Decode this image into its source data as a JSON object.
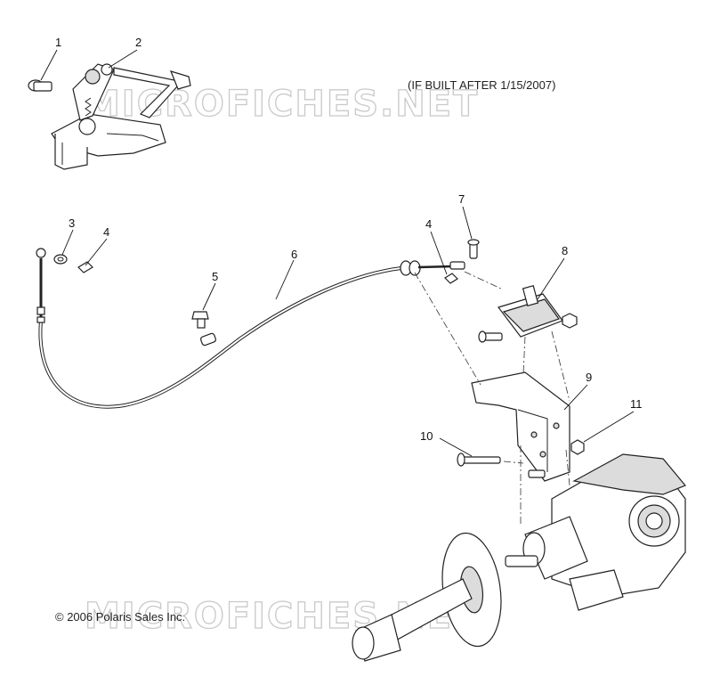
{
  "note": "(IF BUILT AFTER 1/15/2007)",
  "copyright": "© 2006 Polaris Sales Inc.",
  "watermark": "MICROFICHES.NET",
  "callouts": {
    "c1": "1",
    "c2": "2",
    "c3": "3",
    "c4a": "4",
    "c4b": "4",
    "c5": "5",
    "c6": "6",
    "c7": "7",
    "c8": "8",
    "c9": "9",
    "c10": "10",
    "c11": "11"
  }
}
